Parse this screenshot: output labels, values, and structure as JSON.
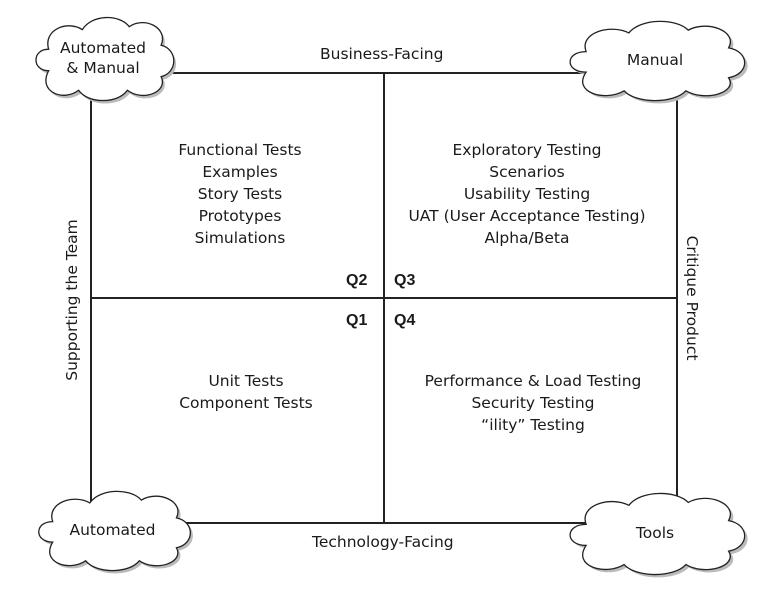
{
  "clouds": {
    "top_left": [
      "Automated",
      "& Manual"
    ],
    "top_right": [
      "Manual"
    ],
    "bottom_left": [
      "Automated"
    ],
    "bottom_right": [
      "Tools"
    ]
  },
  "axes": {
    "top": "Business-Facing",
    "bottom": "Technology-Facing",
    "left": "Supporting the Team",
    "right": "Critique Product"
  },
  "quadrants": {
    "q2": {
      "label": "Q2",
      "items": [
        "Functional Tests",
        "Examples",
        "Story Tests",
        "Prototypes",
        "Simulations"
      ]
    },
    "q3": {
      "label": "Q3",
      "items": [
        "Exploratory Testing",
        "Scenarios",
        "Usability Testing",
        "UAT (User Acceptance Testing)",
        "Alpha/Beta"
      ]
    },
    "q1": {
      "label": "Q1",
      "items": [
        "Unit Tests",
        "Component Tests"
      ]
    },
    "q4": {
      "label": "Q4",
      "items": [
        "Performance & Load Testing",
        "Security Testing",
        "“ility” Testing"
      ]
    }
  }
}
